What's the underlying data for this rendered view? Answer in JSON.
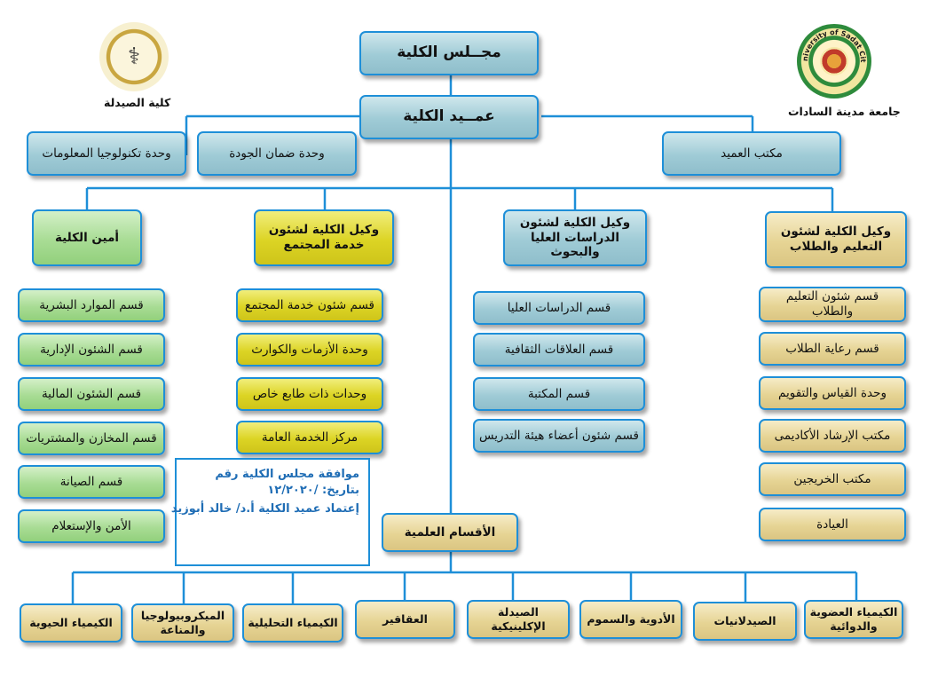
{
  "logos": {
    "university_label": "جامعة مدينة السادات",
    "university_ring_text": "University of Sadat City",
    "faculty_label": "كلية الصيدلة"
  },
  "top": {
    "council": "مجــلس الكلية",
    "dean": "عمــيد الكلية"
  },
  "staff_units": {
    "it_unit": "وحدة تكنولوجيا المعلومات",
    "quality_unit": "وحدة ضمان الجودة",
    "dean_office": "مكتب العميد"
  },
  "branches": {
    "secretary": {
      "title": "أمين الكلية",
      "items": [
        "قسم الموارد البشرية",
        "قسم الشئون الإدارية",
        "قسم الشئون المالية",
        "قسم المخازن والمشتريات",
        "قسم الصيانة",
        "الأمن والإستعلام"
      ]
    },
    "community": {
      "title": "وكيل الكلية لشئون خدمة المجتمع",
      "items": [
        "قسم شئون خدمة المجتمع",
        "وحدة الأزمات والكوارث",
        "وحدات ذات طابع خاص",
        "مركز الخدمة العامة"
      ]
    },
    "graduate": {
      "title": "وكيل الكلية لشئون الدراسات العليا والبحوث",
      "items": [
        "قسم الدراسات العليا",
        "قسم العلاقات الثقافية",
        "قسم المكتبة",
        "قسم شئون أعضاء هيئة التدريس"
      ]
    },
    "education": {
      "title": "وكيل الكلية لشئون التعليم والطلاب",
      "items": [
        "قسم شئون التعليم والطلاب",
        "قسم رعاية الطلاب",
        "وحدة القياس والتقويم",
        "مكتب الإرشاد الأكاديمى",
        "مكتب الخريجين",
        "العيادة"
      ]
    }
  },
  "note": {
    "line1": "موافقة مجلس الكلية رقم",
    "line2": "بتاريخ:      /١٢/٢٠٢٠",
    "line3": "إعتماد عميد الكلية أ.د/ خالد أبوزيد"
  },
  "academic": {
    "title": "الأقسام العلمية",
    "departments": [
      "الكيمياء العضوية والدوائية",
      "الصيدلانيات",
      "الأدوية والسموم",
      "الصيدلة الإكلينيكية",
      "العقاقير",
      "الكيمياء التحليلية",
      "الميكروبيولوجيا والمناعة",
      "الكيمياء الحيوية"
    ]
  },
  "colors": {
    "line": "#1e8fd8",
    "teal": "#9fcbd6",
    "green": "#a8dc94",
    "yellow": "#dcd424",
    "tan": "#e6d494",
    "note_text": "#1f6db5"
  }
}
